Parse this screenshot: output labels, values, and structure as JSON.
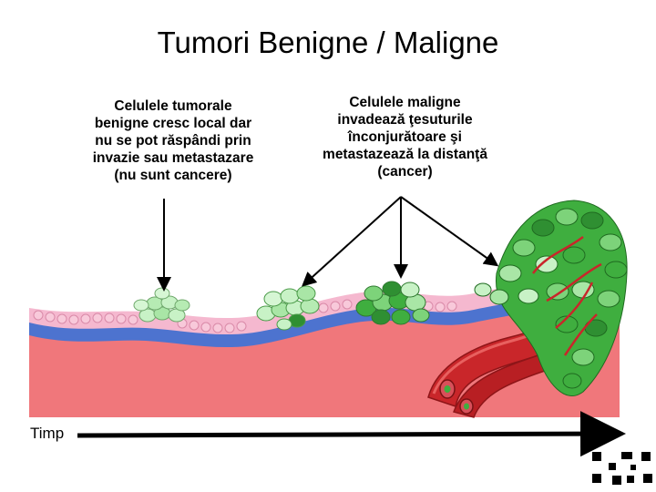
{
  "title": "Tumori Benigne / Maligne",
  "captions": {
    "benign": "Celulele tumorale\nbenigne cresc local dar\nnu se pot răspândi prin\ninvazie sau metastazare\n(nu sunt cancere)",
    "malignant": "Celulele maligne\ninvadează ţesuturile\nînconjurătoare şi\nmetastazează la distanţă\n(cancer)"
  },
  "time_axis": {
    "label": "Timp"
  },
  "colors": {
    "tissue": "#f0777b",
    "membrane": "#4d73cf",
    "epithelium": "#f5b8cf",
    "benign_cells": "#c8f2c6",
    "malignant_cells": "#3fae3f",
    "blood_vessel": "#c9262a",
    "arrow": "#000000"
  },
  "icons": {
    "logo": "qr-logo-icon"
  }
}
